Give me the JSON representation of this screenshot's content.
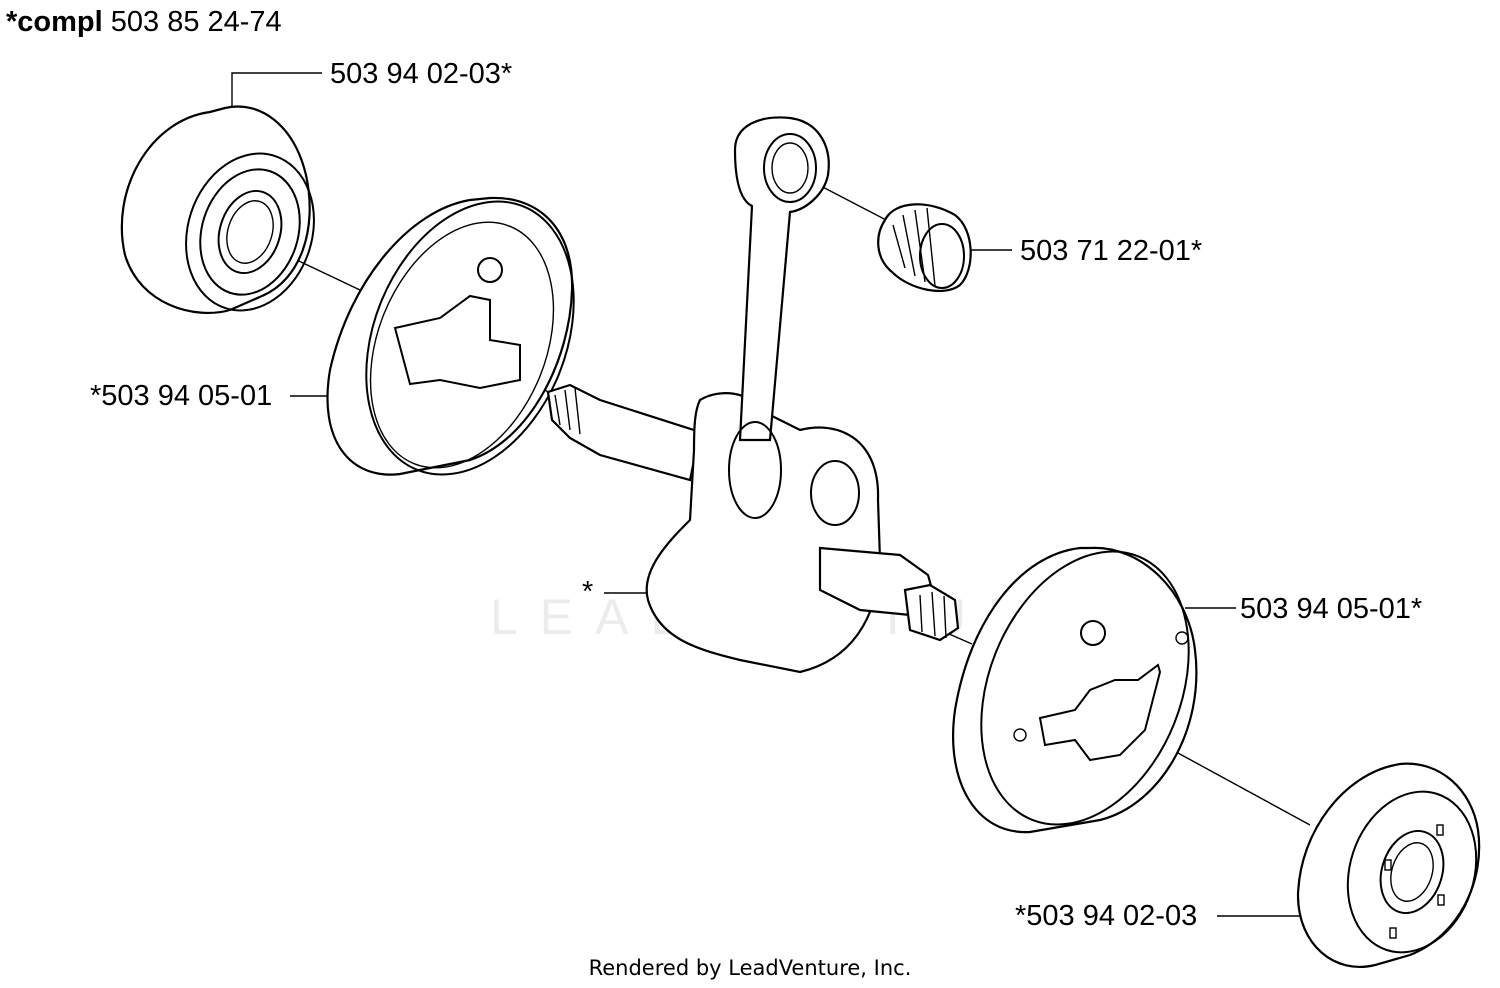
{
  "header": {
    "prefix": "*compl",
    "part_number": "503 85 24-74"
  },
  "callouts": {
    "bearing_top": "503 94 02-03*",
    "needle_bearing": "503 71 22-01*",
    "flywheel_left": "*503 94 05-01",
    "crankshaft": "*",
    "flywheel_right": "503 94 05-01*",
    "bearing_bottom": "*503 94 02-03"
  },
  "footer": {
    "rendered_by": "Rendered by LeadVenture, Inc."
  },
  "watermark": {
    "text": "LEADVENTURE"
  }
}
